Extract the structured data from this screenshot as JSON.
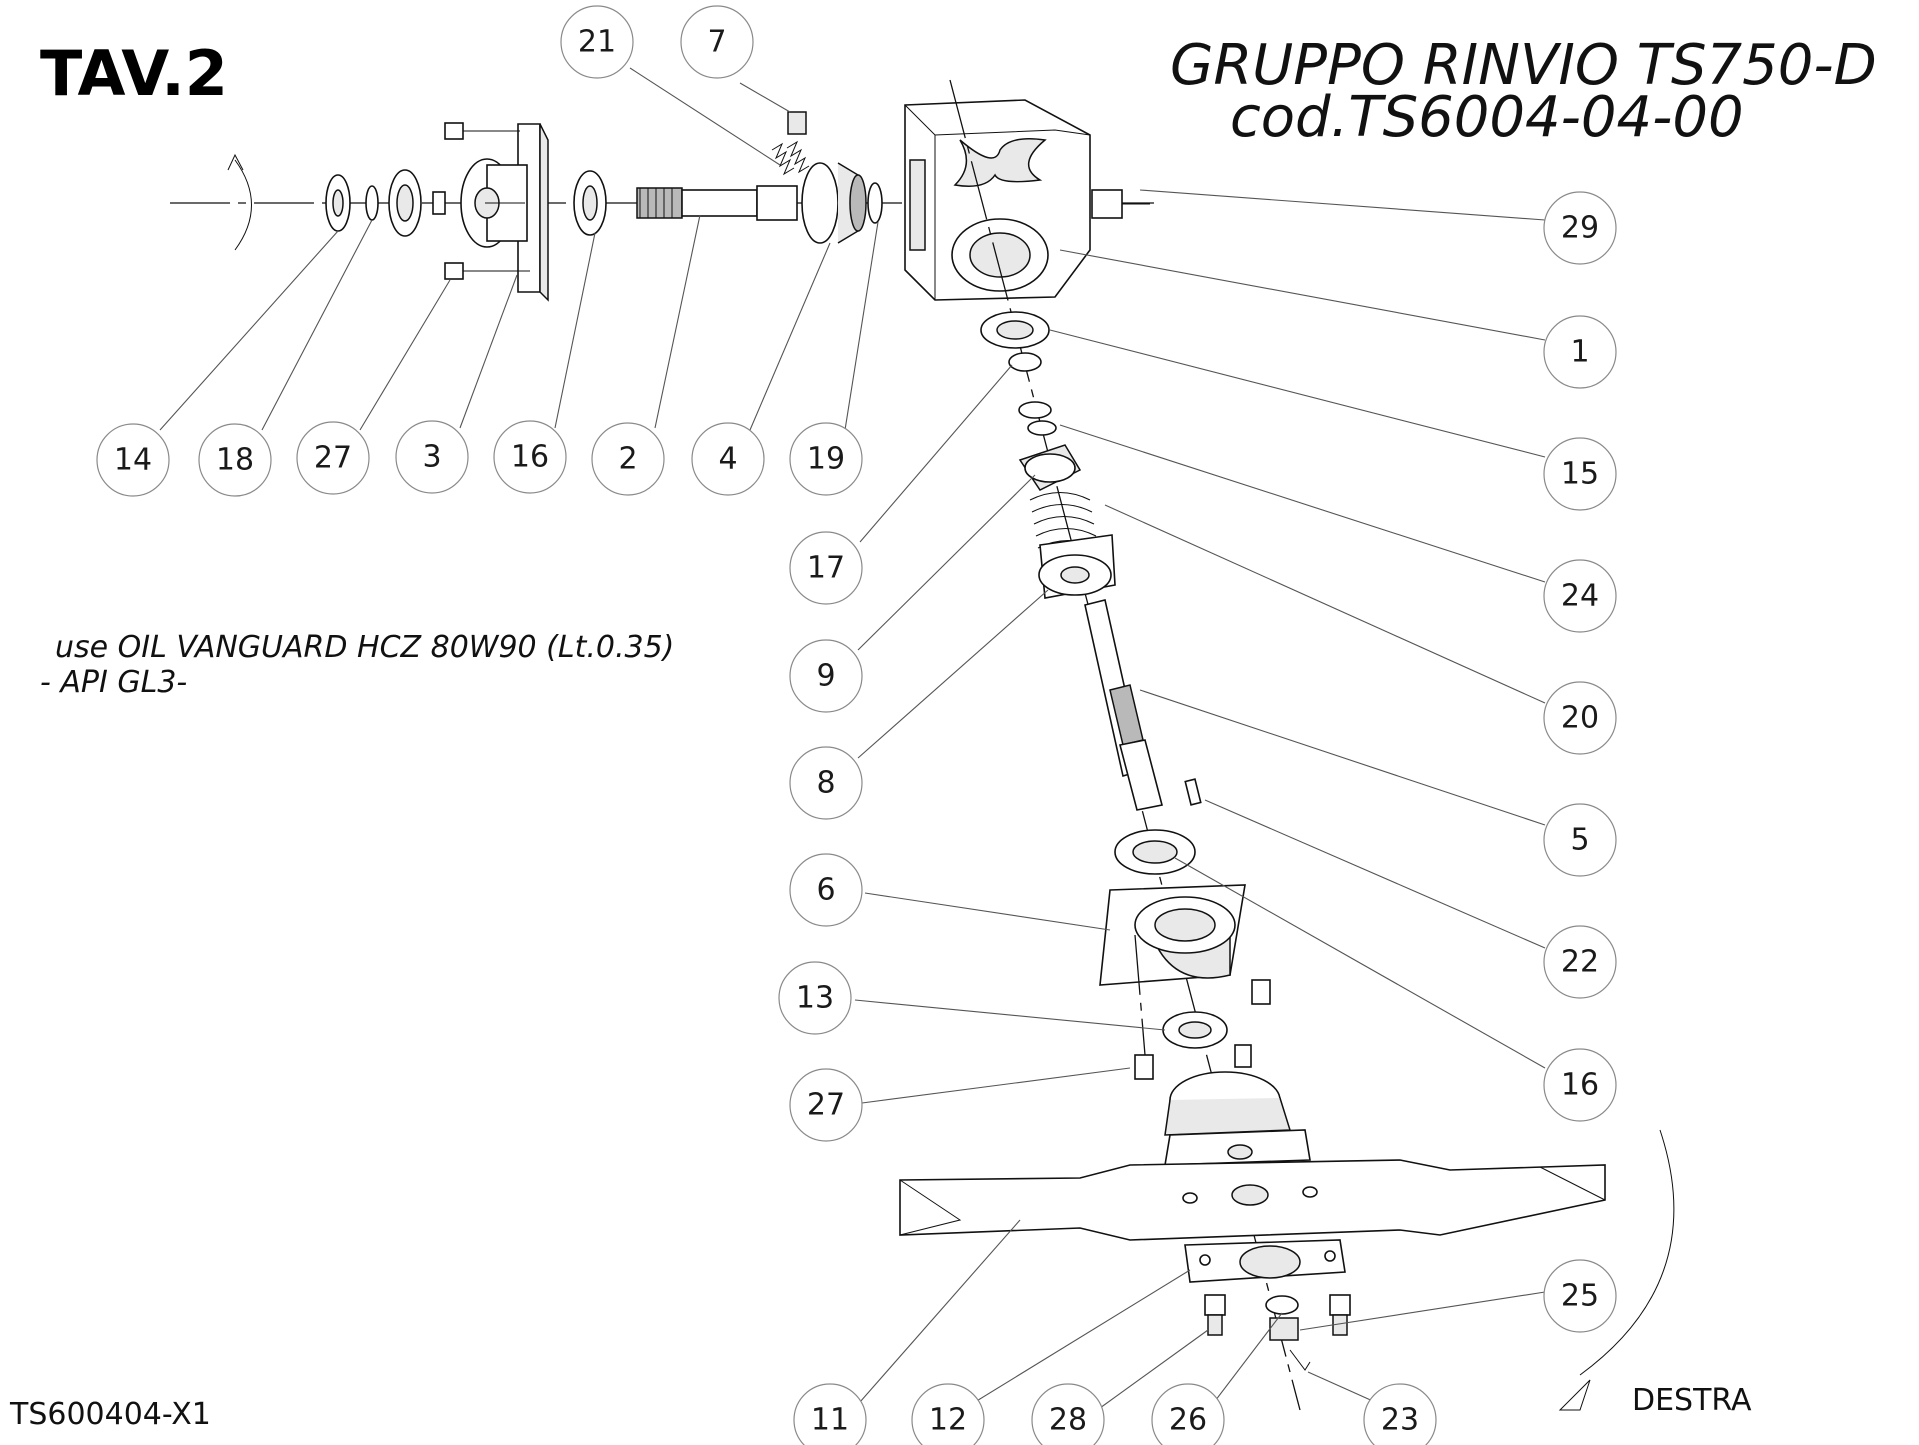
{
  "header": {
    "table_label": "TAV.2",
    "title_line1": "GRUPPO RINVIO TS750-D",
    "title_line2": "cod.TS6004-04-00"
  },
  "notes": {
    "oil_line1": "use  OIL VANGUARD HCZ 80W90 (Lt.0.35)",
    "oil_line2": "- API GL3-"
  },
  "footer": {
    "drawing_code": "TS600404-X1",
    "rotation_label": "DESTRA"
  },
  "callouts": [
    {
      "id": "c-21",
      "label": "21"
    },
    {
      "id": "c-7",
      "label": "7"
    },
    {
      "id": "c-29",
      "label": "29"
    },
    {
      "id": "c-1",
      "label": "1"
    },
    {
      "id": "c-15",
      "label": "15"
    },
    {
      "id": "c-24",
      "label": "24"
    },
    {
      "id": "c-20",
      "label": "20"
    },
    {
      "id": "c-5",
      "label": "5"
    },
    {
      "id": "c-22",
      "label": "22"
    },
    {
      "id": "c-16b",
      "label": "16"
    },
    {
      "id": "c-25",
      "label": "25"
    },
    {
      "id": "c-14",
      "label": "14"
    },
    {
      "id": "c-18",
      "label": "18"
    },
    {
      "id": "c-27a",
      "label": "27"
    },
    {
      "id": "c-3",
      "label": "3"
    },
    {
      "id": "c-16a",
      "label": "16"
    },
    {
      "id": "c-2",
      "label": "2"
    },
    {
      "id": "c-4",
      "label": "4"
    },
    {
      "id": "c-19",
      "label": "19"
    },
    {
      "id": "c-17",
      "label": "17"
    },
    {
      "id": "c-9",
      "label": "9"
    },
    {
      "id": "c-8",
      "label": "8"
    },
    {
      "id": "c-6",
      "label": "6"
    },
    {
      "id": "c-13",
      "label": "13"
    },
    {
      "id": "c-27b",
      "label": "27"
    },
    {
      "id": "c-11",
      "label": "11"
    },
    {
      "id": "c-12",
      "label": "12"
    },
    {
      "id": "c-28",
      "label": "28"
    },
    {
      "id": "c-26",
      "label": "26"
    },
    {
      "id": "c-23",
      "label": "23"
    }
  ]
}
